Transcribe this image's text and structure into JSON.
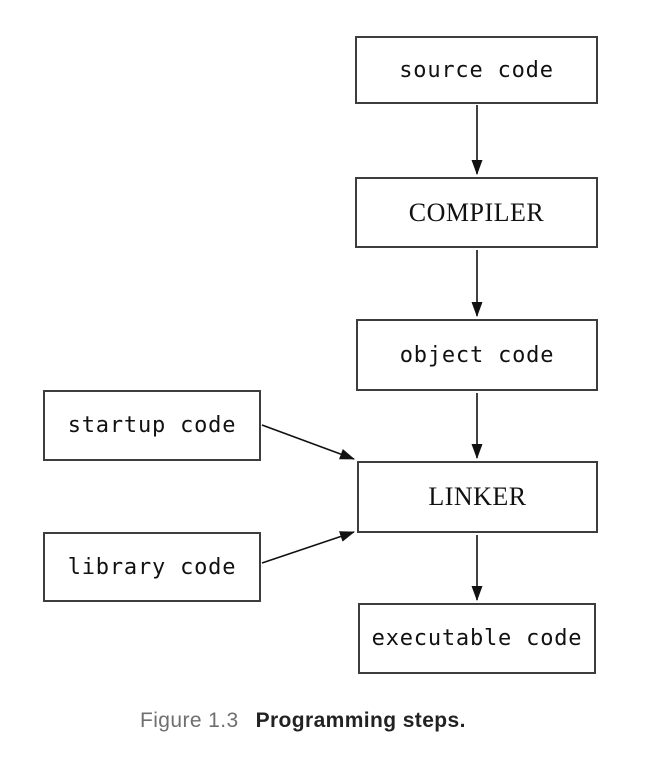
{
  "diagram": {
    "title": "Programming steps flowchart",
    "nodes": [
      {
        "id": "source",
        "label": "source code",
        "style": "mono"
      },
      {
        "id": "compiler",
        "label": "COMPILER",
        "style": "serif"
      },
      {
        "id": "object",
        "label": "object code",
        "style": "mono"
      },
      {
        "id": "startup",
        "label": "startup code",
        "style": "mono"
      },
      {
        "id": "linker",
        "label": "LINKER",
        "style": "serif"
      },
      {
        "id": "library",
        "label": "library code",
        "style": "mono"
      },
      {
        "id": "executable",
        "label": "executable code",
        "style": "mono"
      }
    ],
    "edges": [
      {
        "from": "source code",
        "to": "COMPILER"
      },
      {
        "from": "COMPILER",
        "to": "object code"
      },
      {
        "from": "object code",
        "to": "LINKER"
      },
      {
        "from": "startup code",
        "to": "LINKER"
      },
      {
        "from": "library code",
        "to": "LINKER"
      },
      {
        "from": "LINKER",
        "to": "executable code"
      }
    ]
  },
  "caption": {
    "figure_label": "Figure 1.3",
    "text": "Programming steps."
  },
  "colors": {
    "background": "#ffffff",
    "box_border": "#3d3d3d",
    "box_text": "#111111",
    "arrow": "#111111",
    "caption_label": "#6f6f6f",
    "caption_text": "#222222"
  }
}
